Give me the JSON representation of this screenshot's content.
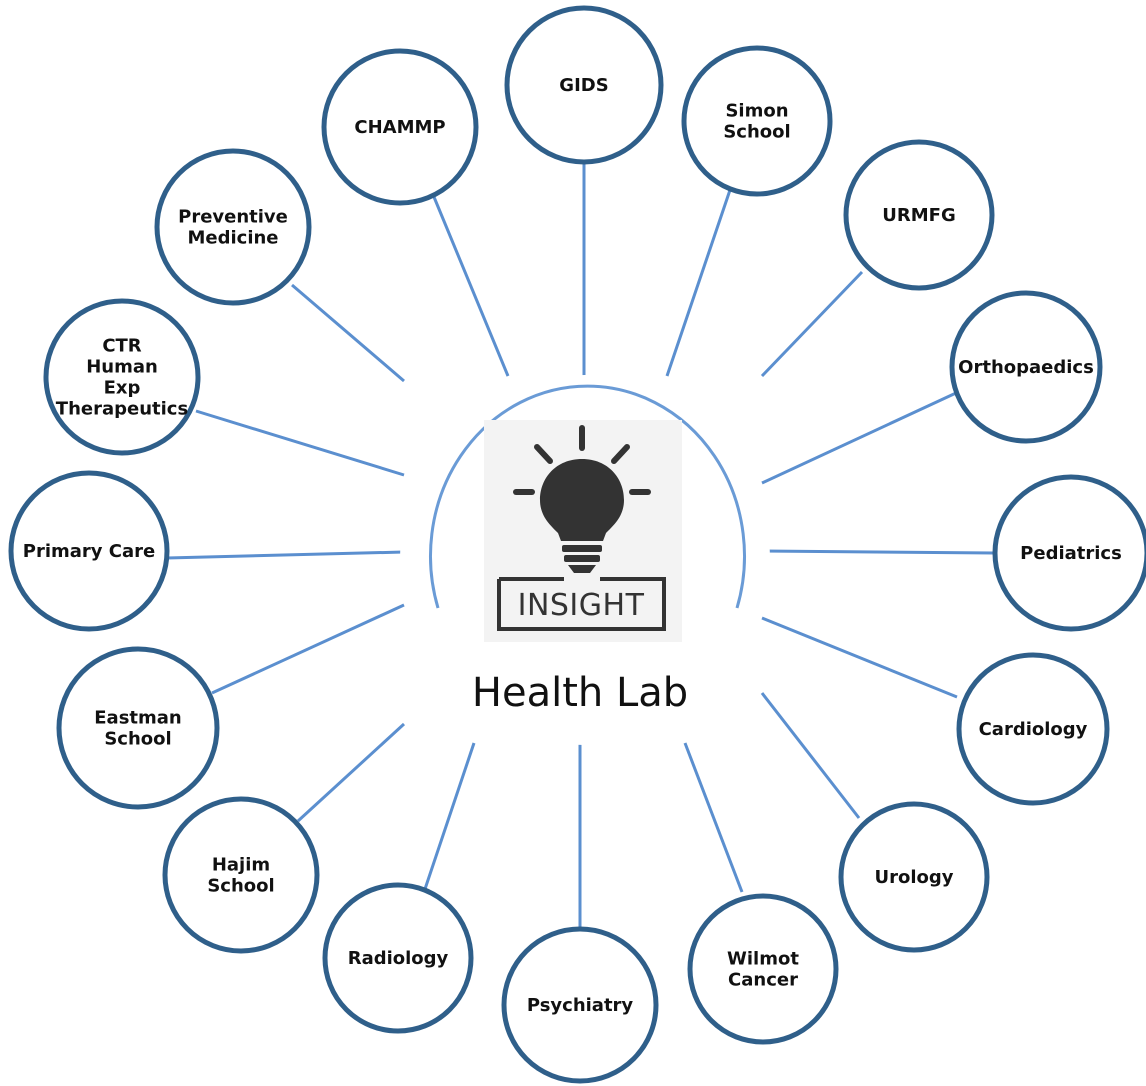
{
  "hub": {
    "logo_text": "INSIGHT",
    "logo_icon": "lightbulb-icon",
    "title": "Health Lab"
  },
  "nodes": [
    {
      "id": "gids",
      "lines": [
        "GIDS"
      ]
    },
    {
      "id": "simon-school",
      "lines": [
        "Simon",
        "School"
      ]
    },
    {
      "id": "urmfg",
      "lines": [
        "URMFG"
      ]
    },
    {
      "id": "orthopaedics",
      "lines": [
        "Orthopaedics"
      ]
    },
    {
      "id": "pediatrics",
      "lines": [
        "Pediatrics"
      ]
    },
    {
      "id": "cardiology",
      "lines": [
        "Cardiology"
      ]
    },
    {
      "id": "urology",
      "lines": [
        "Urology"
      ]
    },
    {
      "id": "wilmot-cancer",
      "lines": [
        "Wilmot",
        "Cancer"
      ]
    },
    {
      "id": "psychiatry",
      "lines": [
        "Psychiatry"
      ]
    },
    {
      "id": "radiology",
      "lines": [
        "Radiology"
      ]
    },
    {
      "id": "hajim-school",
      "lines": [
        "Hajim",
        "School"
      ]
    },
    {
      "id": "eastman-school",
      "lines": [
        "Eastman",
        "School"
      ]
    },
    {
      "id": "primary-care",
      "lines": [
        "Primary Care"
      ]
    },
    {
      "id": "ctr-human-exp-therapeutics",
      "lines": [
        "CTR",
        "Human",
        "Exp",
        "Therapeutics"
      ]
    },
    {
      "id": "preventive-medicine",
      "lines": [
        "Preventive",
        "Medicine"
      ]
    },
    {
      "id": "chammp",
      "lines": [
        "CHAMMP"
      ]
    }
  ],
  "colors": {
    "node_stroke": "#2f5f8a",
    "connector": "#5b8fcf",
    "hub_arc": "#6a9bd6"
  }
}
